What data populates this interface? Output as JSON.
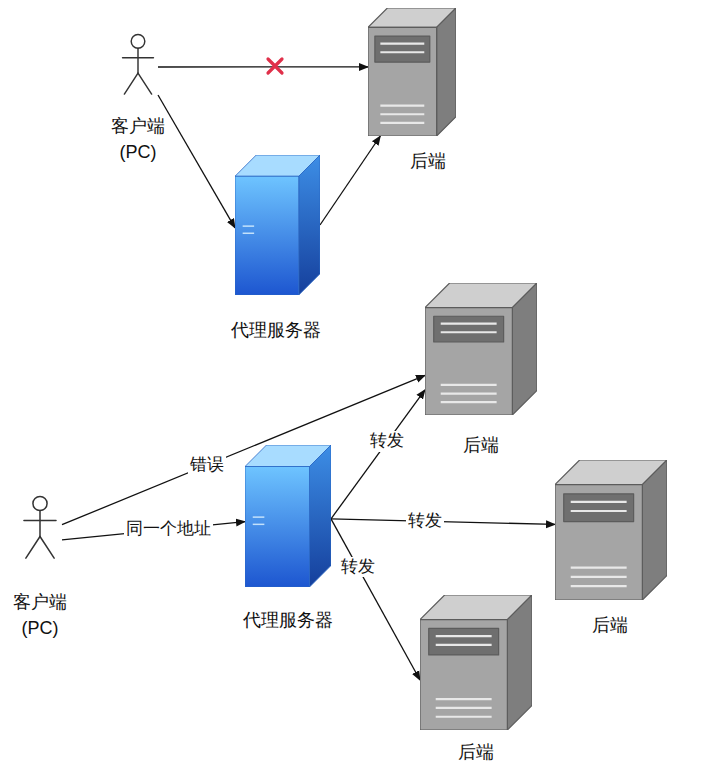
{
  "diagram": {
    "nodes": [
      {
        "text": [
          "客户端 (PC)"
        ]
      },
      {
        "text": [
          "后端"
        ]
      },
      {
        "text": [
          "代理服务器"
        ]
      },
      {
        "text": [
          "后端"
        ]
      },
      {
        "text": [
          "客户端 (PC)"
        ]
      },
      {
        "text": [
          "代理服务器"
        ]
      },
      {
        "text": [
          "后端"
        ]
      },
      {
        "text": [
          "后端"
        ]
      }
    ],
    "edges": [
      {
        "from": 0,
        "to": 1,
        "arrow": "to"
      },
      {
        "from": 0,
        "to": 2,
        "arrow": "to"
      },
      {
        "from": 2,
        "to": 1,
        "arrow": "to"
      },
      {
        "from": 4,
        "to": 3,
        "label": "错误",
        "arrow": "to"
      },
      {
        "from": 4,
        "to": 5,
        "label": "同一个地址",
        "arrow": "to"
      },
      {
        "from": 5,
        "to": 3,
        "label": "转发",
        "arrow": "to"
      },
      {
        "from": 5,
        "to": 6,
        "label": "转发",
        "arrow": "to"
      },
      {
        "from": 5,
        "to": 7,
        "label": "转发",
        "arrow": "to"
      }
    ]
  }
}
